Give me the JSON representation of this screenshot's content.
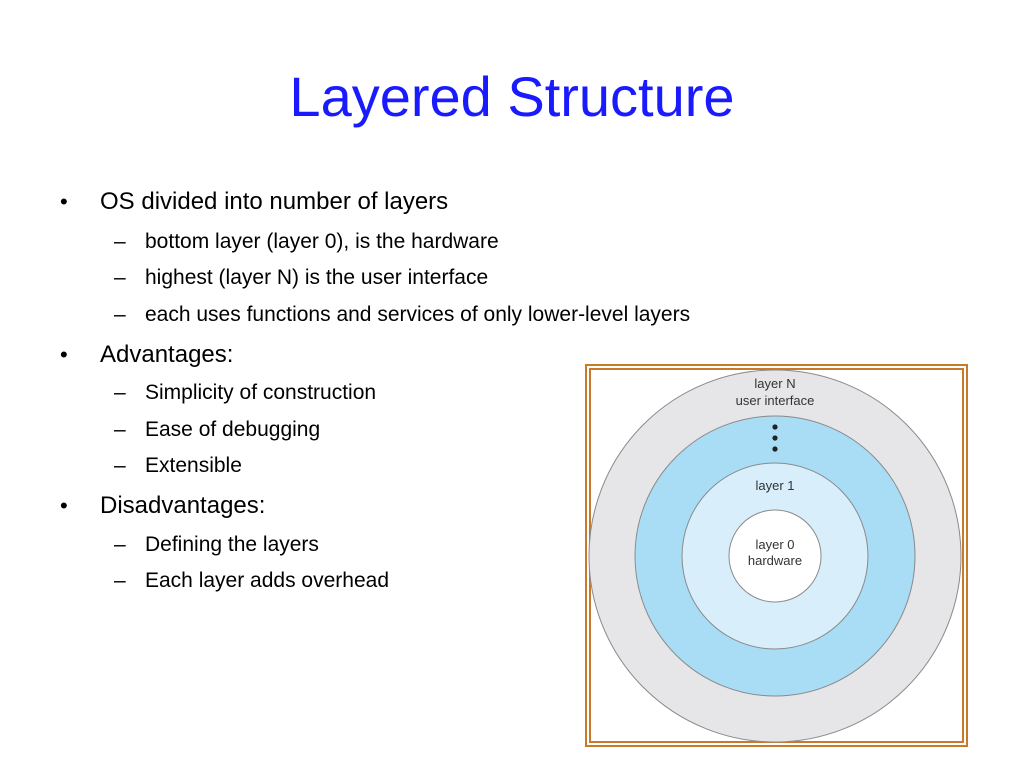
{
  "title": "Layered Structure",
  "bullets": [
    {
      "text": "OS divided into number of layers",
      "sub": [
        "bottom layer (layer 0), is the hardware",
        "highest (layer N) is the user interface",
        "each uses functions and services of only lower-level layers"
      ]
    },
    {
      "text": "Advantages:",
      "sub": [
        "Simplicity of construction",
        "Ease of debugging",
        "Extensible"
      ]
    },
    {
      "text": "Disadvantages:",
      "sub": [
        "Defining the layers",
        "Each layer adds overhead"
      ]
    }
  ],
  "marks": {
    "bullet": "•",
    "dash": "–"
  },
  "diagram": {
    "outer_label_line1": "layer N",
    "outer_label_line2": "user interface",
    "middle_label": "layer 1",
    "inner_label_line1": "layer 0",
    "inner_label_line2": "hardware",
    "colors": {
      "frame": "#c87a2a",
      "outer_ring": "#e6e6e8",
      "blue_ring": "#a8ddf5",
      "light_ring": "#d8effb",
      "core": "#ffffff",
      "stroke": "#8a8a8a"
    }
  }
}
